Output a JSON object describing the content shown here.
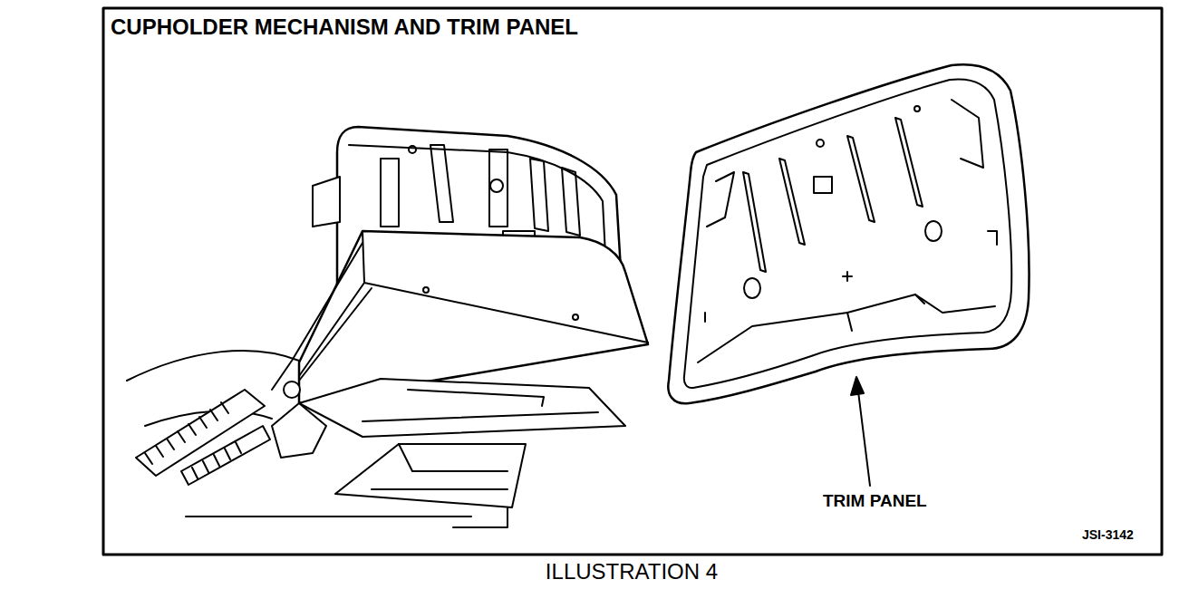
{
  "diagram": {
    "title": "CUPHOLDER MECHANISM AND TRIM PANEL",
    "caption": "ILLUSTRATION 4",
    "labels": [
      "TRIM PANEL",
      "JSI-3142"
    ]
  }
}
